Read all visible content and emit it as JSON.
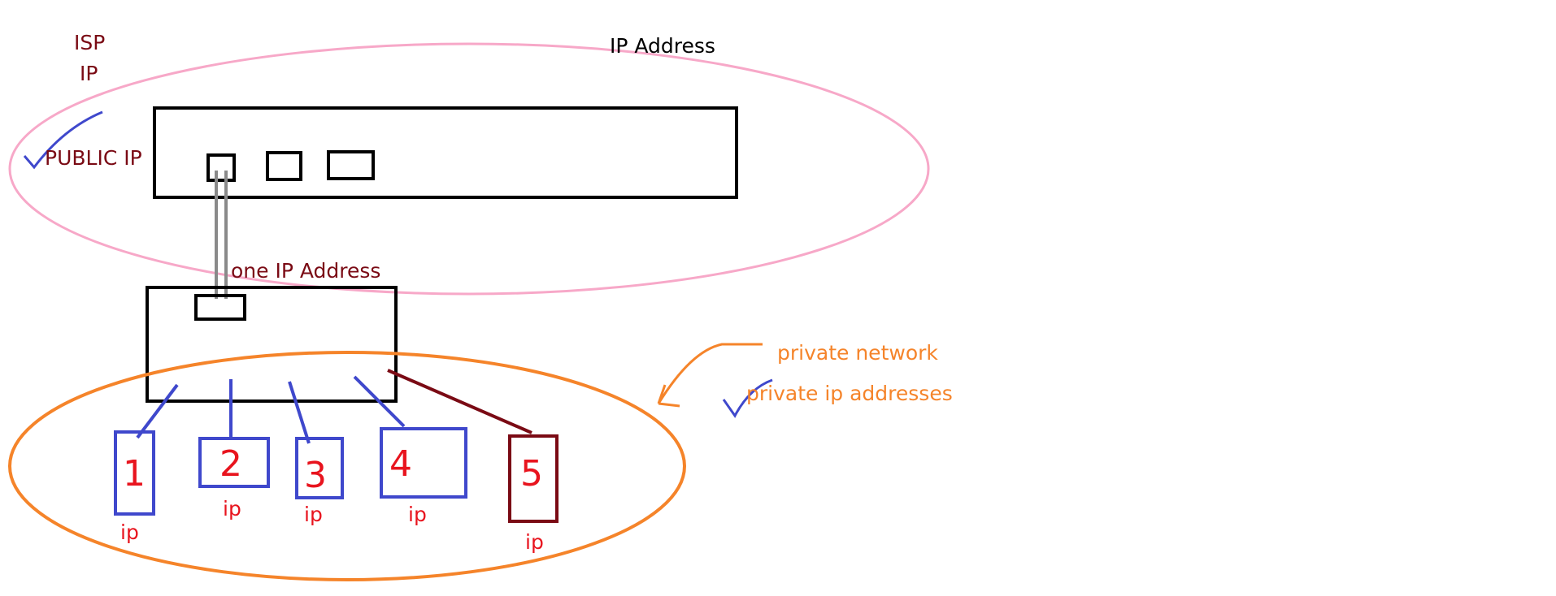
{
  "labels": {
    "isp": "ISP",
    "ip_top": "IP",
    "ip_address_top": "IP Address",
    "public_ip": "PUBLIC IP",
    "one_ip_address": "one IP Address",
    "private_network": "private network",
    "private_ip_addresses": "private ip addresses"
  },
  "devices": [
    {
      "number": "1",
      "label": "ip"
    },
    {
      "number": "2",
      "label": "ip"
    },
    {
      "number": "3",
      "label": "ip"
    },
    {
      "number": "4",
      "label": "ip"
    },
    {
      "number": "5",
      "label": "ip"
    }
  ],
  "colors": {
    "dark_red_text": "#7a0a14",
    "red_text": "#e8141e",
    "orange": "#f5842a",
    "pink": "#f7a8c8",
    "blue": "#3f48cc",
    "black": "#000000",
    "gray": "#8a8a8a"
  }
}
